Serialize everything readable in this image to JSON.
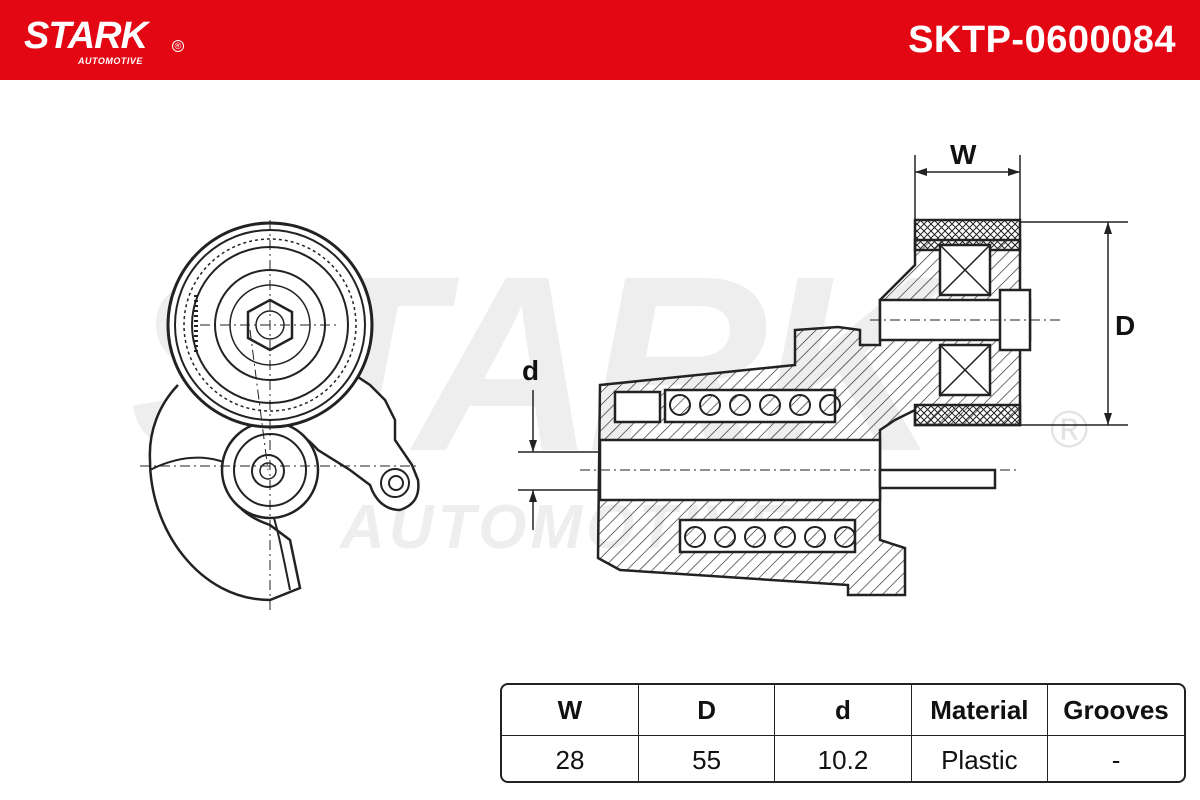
{
  "header": {
    "logo_text": "STARK",
    "logo_subtext": "AUTOMOTIVE",
    "logo_registered": "®",
    "part_number": "SKTP-0600084",
    "color": "#e30613"
  },
  "watermark": {
    "text": "STARK",
    "subtext": "AUTOMOTIVE",
    "registered": "®"
  },
  "dimension_labels": {
    "width": "W",
    "outer_diameter": "D",
    "bore": "d"
  },
  "specs_table": {
    "headers": [
      "W",
      "D",
      "d",
      "Material",
      "Grooves"
    ],
    "values": [
      "28",
      "55",
      "10.2",
      "Plastic",
      "-"
    ]
  }
}
